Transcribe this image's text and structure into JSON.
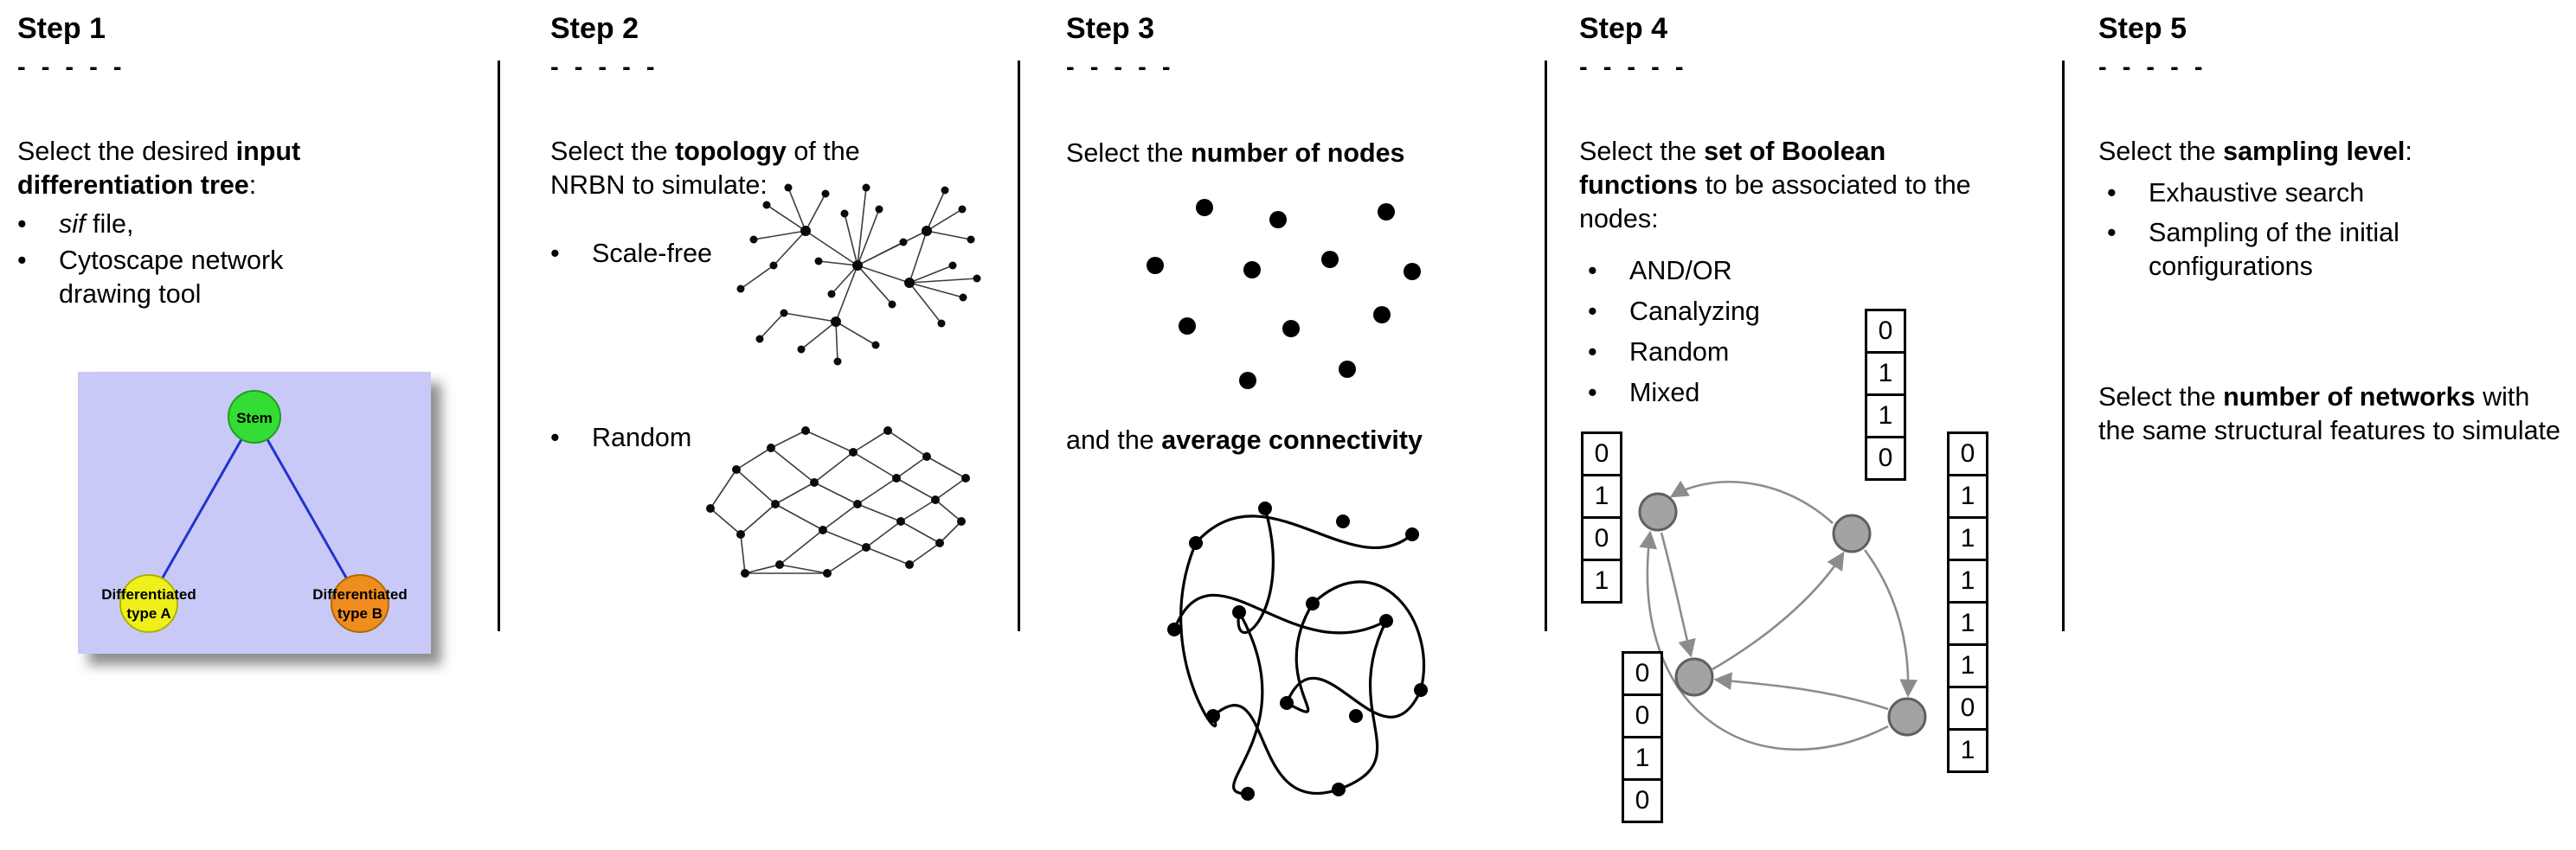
{
  "ui": {
    "bullet": "•"
  },
  "colors": {
    "background": "#ffffff",
    "text": "#000000",
    "divider": "#000000",
    "tree_bg": "#c9c9f8",
    "stem_green": "#33dd33",
    "type_a_yellow": "#efef1c",
    "type_b_orange": "#ef8d1e",
    "tree_edge_blue": "#2233cc",
    "boolean_node_gray": "#a3a3a3",
    "arrow_gray": "#8c8c8c"
  },
  "step1": {
    "title": "Step 1",
    "dashes": "- - - - -",
    "intro_pre": "Select the desired ",
    "intro_bold": "input differentiation tree",
    "intro_post": ":",
    "bullet1_italic": "sif",
    "bullet1_rest": " file,",
    "bullet2": "Cytoscape network drawing tool",
    "tree": {
      "stem": "Stem",
      "type_a_line1": "Differentiated",
      "type_a_line2": "type A",
      "type_b_line1": "Differentiated",
      "type_b_line2": "type B"
    }
  },
  "step2": {
    "title": "Step 2",
    "dashes": "- - - - -",
    "intro_pre": "Select the ",
    "intro_bold": "topology",
    "intro_post": " of the NRBN to simulate:",
    "bullet1": "Scale-free",
    "bullet2": "Random"
  },
  "step3": {
    "title": "Step 3",
    "dashes": "- - - - -",
    "line1_pre": "Select the ",
    "line1_bold": "number of nodes",
    "line2_pre": "and the ",
    "line2_bold": "average connectivity"
  },
  "step4": {
    "title": "Step 4",
    "dashes": "- - - - -",
    "intro_pre": "Select the ",
    "intro_bold": "set of Boolean functions",
    "intro_post": " to be associated to the nodes:",
    "bullets": [
      "AND/OR",
      "Canalyzing",
      "Random",
      "Mixed"
    ],
    "truth_tables": {
      "top": [
        "0",
        "1",
        "1",
        "0"
      ],
      "left": [
        "0",
        "1",
        "0",
        "1"
      ],
      "bottom_left": [
        "0",
        "0",
        "1",
        "0"
      ],
      "right": [
        "0",
        "1",
        "1",
        "1",
        "1",
        "1",
        "0",
        "1"
      ]
    }
  },
  "step5": {
    "title": "Step 5",
    "dashes": "- - - - -",
    "intro_pre": "Select the ",
    "intro_bold": "sampling level",
    "intro_post": ":",
    "bullet1": "Exhaustive search",
    "bullet2": "Sampling of the initial configurations",
    "para2_pre": "Select the ",
    "para2_bold": "number of networks",
    "para2_post": " with the same structural features to simulate"
  }
}
